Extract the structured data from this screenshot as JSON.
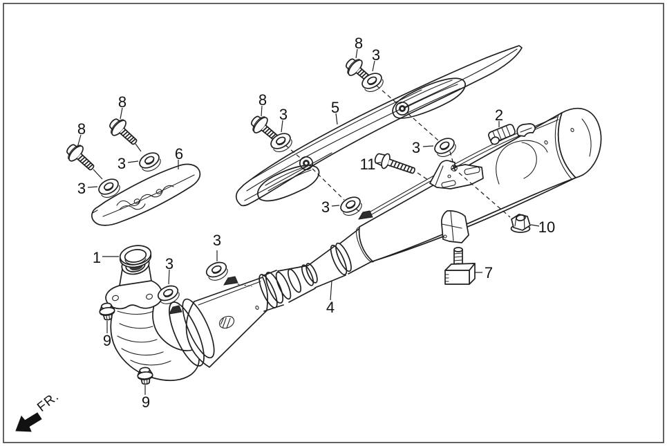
{
  "figure": {
    "background": "#ffffff",
    "line_color": "#1f1f1f",
    "label_color": "#111111",
    "border_color": "#1f1f1f",
    "direction_indicator": "FR.",
    "part_labels": {
      "p1": "1",
      "p2": "2",
      "p3": "3",
      "p4": "4",
      "p5": "5",
      "p6": "6",
      "p7": "7",
      "p8": "8",
      "p9": "9",
      "p10": "10",
      "p11": "11"
    }
  }
}
